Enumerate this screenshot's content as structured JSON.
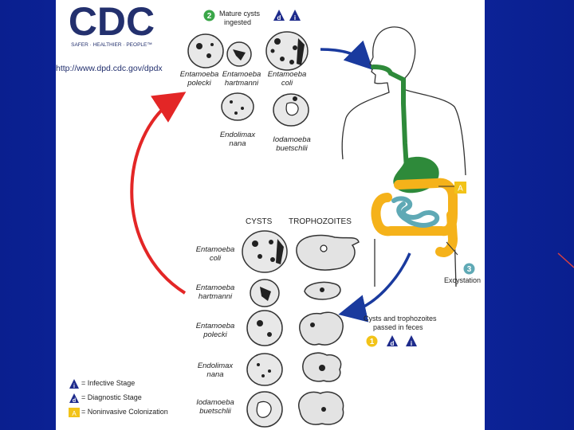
{
  "logo": {
    "letters": "CDC",
    "tagline": "SAFER · HEALTHIER · PEOPLE™"
  },
  "url": "http://www.dpd.cdc.gov/dpdx",
  "colors": {
    "background": "#0f2aa6",
    "arrow_blue": "#1a3a9e",
    "arrow_red": "#e32626",
    "digestive_green": "#2e8a3a",
    "intestine_orange": "#f5b21a",
    "intestine_teal": "#5fa9b5",
    "badge_green": "#3aa648",
    "badge_yellow": "#f2c318",
    "badge_navy": "#1e2b8c"
  },
  "stage2": {
    "number": "2",
    "text_line1": "Mature cysts",
    "text_line2": "ingested"
  },
  "top_cysts": [
    {
      "line1": "Entamoeba",
      "line2": "polecki"
    },
    {
      "line1": "Entamoeba",
      "line2": "hartmanni"
    },
    {
      "line1": "Entamoeba",
      "line2": "coli"
    },
    {
      "line1": "Endolimax",
      "line2": "nana"
    },
    {
      "line1": "Iodamoeba",
      "line2": "buetschlii"
    }
  ],
  "table": {
    "col_cysts": "CYSTS",
    "col_trophozoites": "TROPHOZOITES",
    "rows": [
      {
        "line1": "Entamoeba",
        "line2": "coli"
      },
      {
        "line1": "Entamoeba",
        "line2": "hartmanni"
      },
      {
        "line1": "Entamoeba",
        "line2": "polecki"
      },
      {
        "line1": "Endolimax",
        "line2": "nana"
      },
      {
        "line1": "Iodamoeba",
        "line2": "buetschlii"
      }
    ]
  },
  "stage_a": {
    "letter": "A"
  },
  "stage3": {
    "number": "3",
    "text": "Excystation"
  },
  "stage1": {
    "number": "1",
    "text_line1": "Cysts and trophozoites",
    "text_line2": "passed in feces"
  },
  "badges": {
    "infective": "i",
    "diagnostic": "d"
  },
  "legend": [
    {
      "text": "= Infective Stage"
    },
    {
      "text": "= Diagnostic Stage"
    },
    {
      "text": "= Noninvasive Colonization"
    }
  ]
}
